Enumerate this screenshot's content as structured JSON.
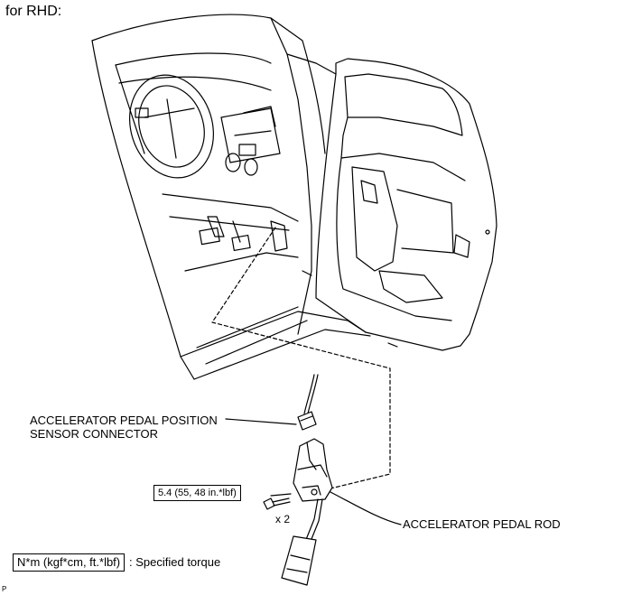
{
  "heading": "for RHD:",
  "labels": {
    "connector_line1": "ACCELERATOR PEDAL POSITION",
    "connector_line2": "SENSOR CONNECTOR",
    "rod": "ACCELERATOR PEDAL ROD",
    "torque_value": "5.4 (55, 48 in.*lbf)",
    "quantity": "x 2"
  },
  "legend": {
    "unit_box": "N*m (kgf*cm, ft.*lbf)",
    "description": ": Specified torque"
  },
  "corner_mark": "P"
}
